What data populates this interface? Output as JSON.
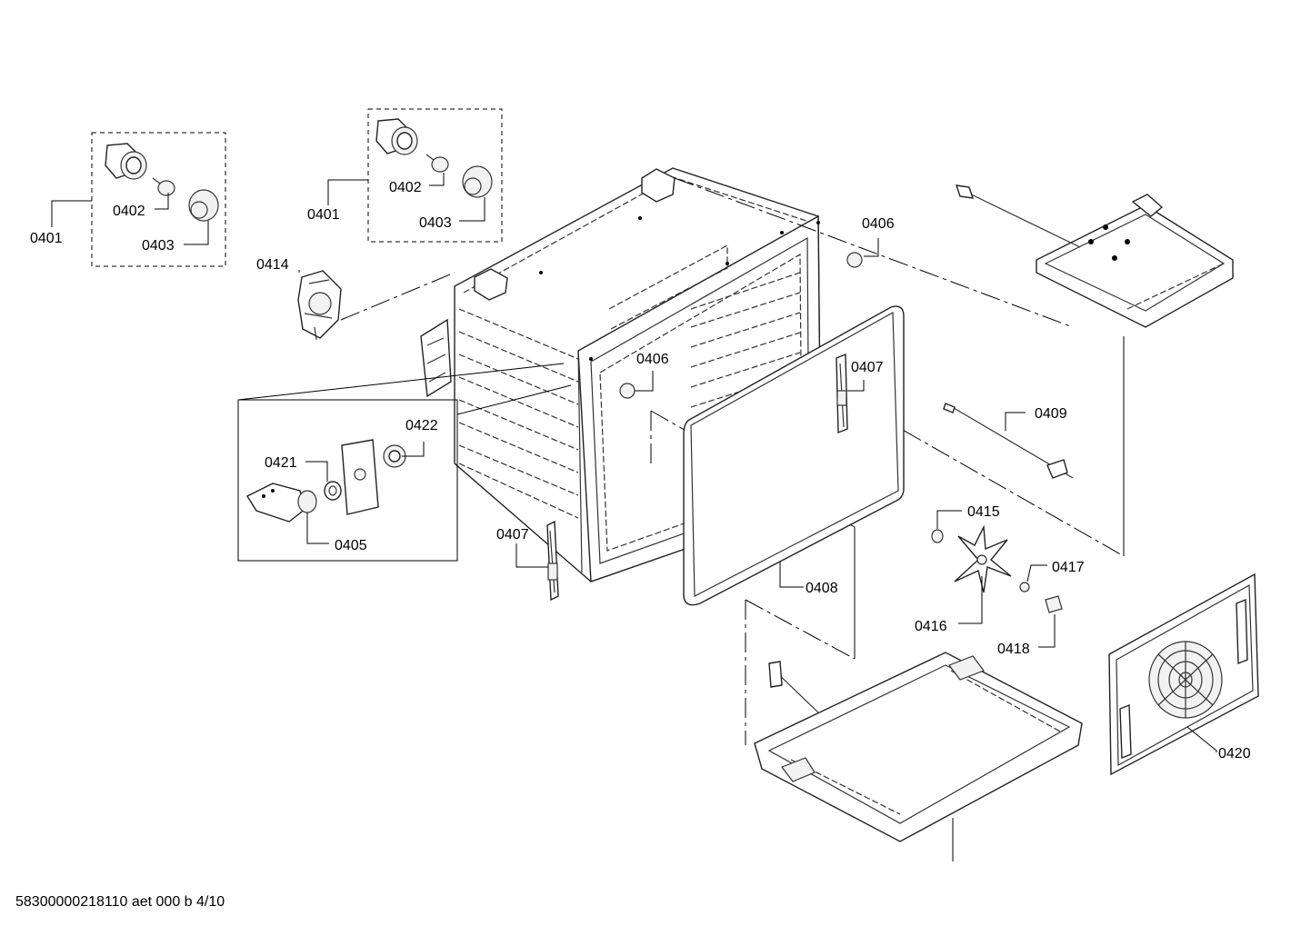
{
  "labels": {
    "l0401a": "0401",
    "l0402a": "0402",
    "l0403a": "0403",
    "l0401b": "0401",
    "l0402b": "0402",
    "l0403b": "0403",
    "l0414": "0414",
    "l0406a": "0406",
    "l0406b": "0406",
    "l0407a": "0407",
    "l0407b": "0407",
    "l0409": "0409",
    "l0422": "0422",
    "l0421": "0421",
    "l0405": "0405",
    "l0408": "0408",
    "l0415": "0415",
    "l0416": "0416",
    "l0417": "0417",
    "l0418": "0418",
    "l0420": "0420"
  },
  "footer": "58300000218110 aet 000 b 4/10"
}
